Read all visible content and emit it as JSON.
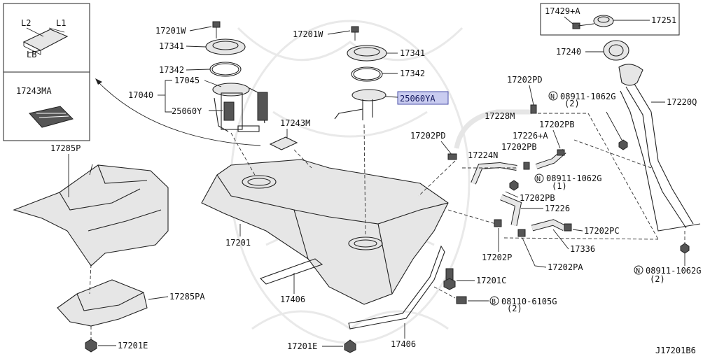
{
  "diagram": {
    "drawing_code": "J17201B6",
    "highlighted_label": "25060YA",
    "inset_dimension_labels": [
      "L2",
      "L1",
      "LB"
    ],
    "labels": {
      "l_17201w_left": "17201W",
      "l_17341_left": "17341",
      "l_17342_left": "17342",
      "l_17045": "17045",
      "l_17040": "17040",
      "l_25060y": "25060Y",
      "l_17243m": "17243M",
      "l_17243ma": "17243MA",
      "l_17285p": "17285P",
      "l_17285pa": "17285PA",
      "l_17201e_left": "17201E",
      "l_17201": "17201",
      "l_17406_left": "17406",
      "l_17406_bottom": "17406",
      "l_17201e_bottom": "17201E",
      "l_17201w_mid": "17201W",
      "l_17341_mid": "17341",
      "l_17342_mid": "17342",
      "l_17228m": "17228M",
      "l_17202pd_top": "17202PD",
      "l_17202pd_left": "17202PD",
      "l_17224n": "17224N",
      "l_17202pb_a": "17202PB",
      "l_17226a": "17226+A",
      "l_17202pb_b": "17202PB",
      "l_17202pb_c": "17202PB",
      "l_08911_mid": "08911-1062G",
      "l_08911_mid_qty": "(1)",
      "l_17226": "17226",
      "l_17202pc": "17202PC",
      "l_17336": "17336",
      "l_17202p": "17202P",
      "l_17202pa": "17202PA",
      "l_17201c": "17201C",
      "l_08110": "08110-6105G",
      "l_08110_qty": "(2)",
      "l_17429a": "17429+A",
      "l_17251": "17251",
      "l_17240": "17240",
      "l_08911_top": "08911-1062G",
      "l_08911_top_qty": "(2)",
      "l_17220q": "17220Q",
      "l_08911_bottom": "08911-1062G",
      "l_08911_bottom_qty": "(2)"
    },
    "fastener_symbols": {
      "nut": "N",
      "bolt": "B"
    }
  }
}
